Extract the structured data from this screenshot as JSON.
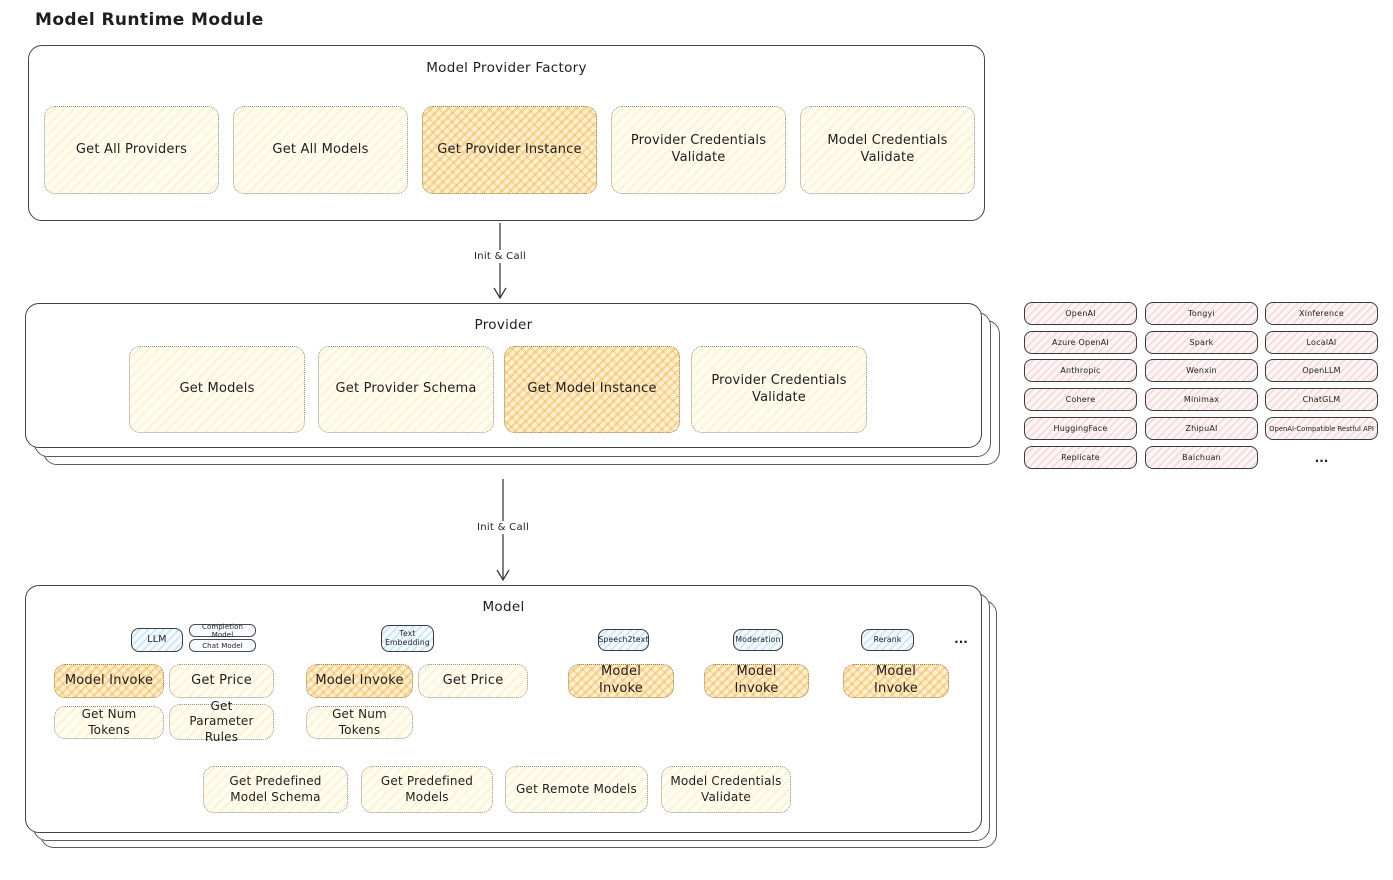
{
  "canvas_title": "Model Runtime Module",
  "arrow_top": {
    "label": "Init & Call"
  },
  "arrow_bottom": {
    "label": "Init & Call"
  },
  "factory": {
    "title": "Model Provider Factory",
    "buttons": [
      {
        "label": "Get All Providers",
        "highlight": false
      },
      {
        "label": "Get All Models",
        "highlight": false
      },
      {
        "label": "Get Provider Instance",
        "highlight": true
      },
      {
        "label": "Provider Credentials Validate",
        "highlight": false
      },
      {
        "label": "Model Credentials Validate",
        "highlight": false
      }
    ]
  },
  "provider": {
    "title": "Provider",
    "buttons": [
      {
        "label": "Get Models",
        "highlight": false
      },
      {
        "label": "Get Provider Schema",
        "highlight": false
      },
      {
        "label": "Get Model Instance",
        "highlight": true
      },
      {
        "label": "Provider Credentials Validate",
        "highlight": false
      }
    ]
  },
  "providers_grid": {
    "rows": [
      [
        "OpenAI",
        "Tongyi",
        "Xinference"
      ],
      [
        "Azure OpenAI",
        "Spark",
        "LocalAI"
      ],
      [
        "Anthropic",
        "Wenxin",
        "OpenLLM"
      ],
      [
        "Cohere",
        "Minimax",
        "ChatGLM"
      ],
      [
        "HuggingFace",
        "ZhipuAI",
        "OpenAI-Compatible Restful API"
      ],
      [
        "Replicate",
        "Baichuan"
      ]
    ],
    "more_label": "..."
  },
  "model": {
    "title": "Model",
    "more_label": "...",
    "columns": [
      {
        "tab": "LLM",
        "subtabs": [
          "Completion Model",
          "Chat Model"
        ],
        "buttons": [
          "Model Invoke",
          "Get Price",
          "Get Num Tokens",
          "Get Parameter Rules"
        ]
      },
      {
        "tab": "Text Embedding",
        "buttons": [
          "Model Invoke",
          "Get Price",
          "Get Num Tokens"
        ]
      },
      {
        "tab": "Speech2text",
        "buttons": [
          "Model Invoke"
        ]
      },
      {
        "tab": "Moderation",
        "buttons": [
          "Model Invoke"
        ]
      },
      {
        "tab": "Rerank",
        "buttons": [
          "Model Invoke"
        ]
      }
    ],
    "bottom_buttons": [
      "Get Predefined Model Schema",
      "Get Predefined Models",
      "Get Remote Models",
      "Model Credentials Validate"
    ]
  },
  "colors": {
    "ink": "#1e1e1e",
    "yellow_fill": "#fffdf2",
    "yellow_hatch": "#ffd55c",
    "orange_hatch": "#f6a21d",
    "pink_hatch": "#ee8c8c",
    "blue_hatch": "#4dabf7",
    "border_dark": "#3a3a40"
  }
}
